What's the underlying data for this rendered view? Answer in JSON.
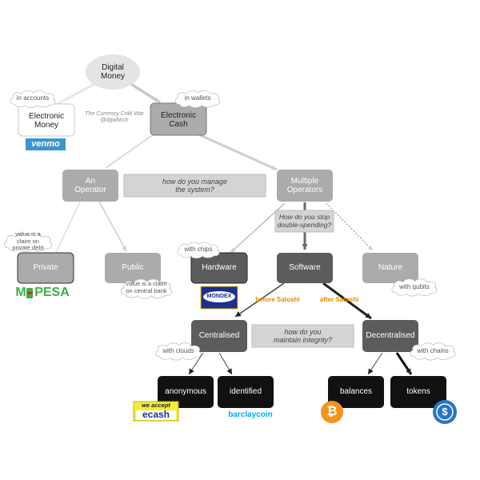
{
  "nodes": {
    "digital_money": "Digital\nMoney",
    "electronic_money": "Electronic\nMoney",
    "electronic_cash": "Electronic\nCash",
    "an_operator": "An\nOperator",
    "multiple_operators": "Multiple\nOperators",
    "private": "Private",
    "public": "Public",
    "hardware": "Hardware",
    "software": "Software",
    "nature": "Nature",
    "centralised": "Centralised",
    "decentralised": "Decentralised",
    "anonymous": "anonymous",
    "identified": "identified",
    "balances": "balances",
    "tokens": "tokens"
  },
  "clouds": {
    "in_accounts": "in accounts",
    "in_wallets": "in wallets",
    "private_debt": "value is a\nclaim on\nprivate debt",
    "central_bank": "value is a claim\non central bank",
    "with_chips": "with chips",
    "with_qubits": "with qubits",
    "with_clouds": "with clouds",
    "with_chains": "with chains"
  },
  "questions": {
    "manage": "how do you manage\nthe system?",
    "double_spending": "How do you stop\ndouble-spending?",
    "integrity": "how do you\nmaintain integrity?"
  },
  "credit": "The Currency Cold War\n@dgwbirch",
  "edge_labels": {
    "before_satoshi": "before Satoshi",
    "after_satoshi": "after Satoshi"
  },
  "logos": {
    "venmo": "venmo",
    "mpesa_m": "M",
    "mpesa_rest": "PESA",
    "mondex": "MONDEX",
    "ecash_top": "we accept",
    "ecash_main": "ecash",
    "barclaycoin": "barclaycoin",
    "bitcoin_symbol": "₿",
    "usdc_symbol": "$"
  },
  "colors": {
    "node_light": "#ababab",
    "node_dark": "#5c5c5c",
    "node_black": "#111111",
    "orange": "#e38a00",
    "venmo_blue": "#3d95ce",
    "mpesa_green": "#3cb043",
    "mondex_navy": "#1c2f8c",
    "bitcoin_orange": "#f7931a",
    "usdc_blue": "#2775ca"
  }
}
